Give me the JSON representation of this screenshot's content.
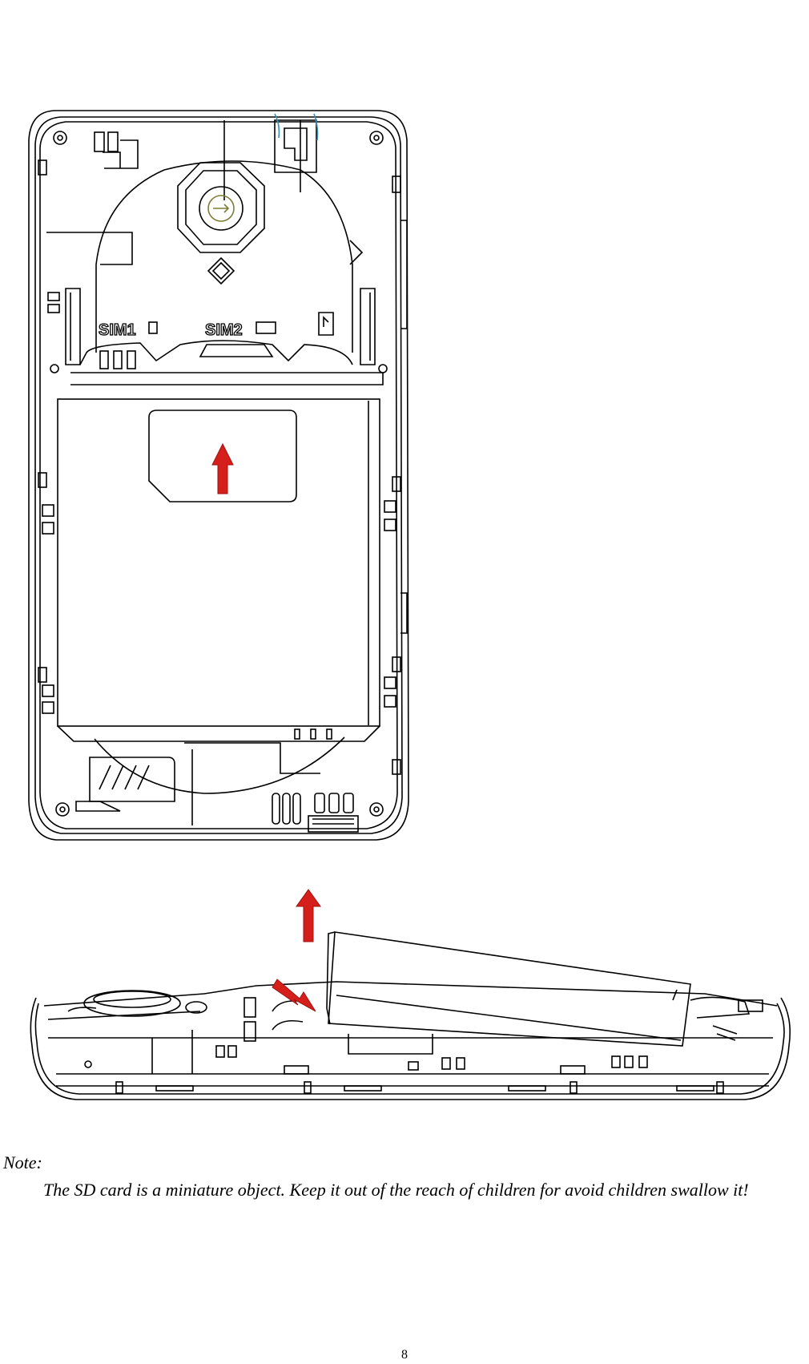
{
  "figure": {
    "sim1_label": "SIM1",
    "sim2_label": "SIM2",
    "arrow_color": "#d41f1a"
  },
  "note": {
    "label": "Note:",
    "body": "The SD card is a miniature object. Keep it out of the reach of children for avoid children swallow it!"
  },
  "page_number": "8"
}
